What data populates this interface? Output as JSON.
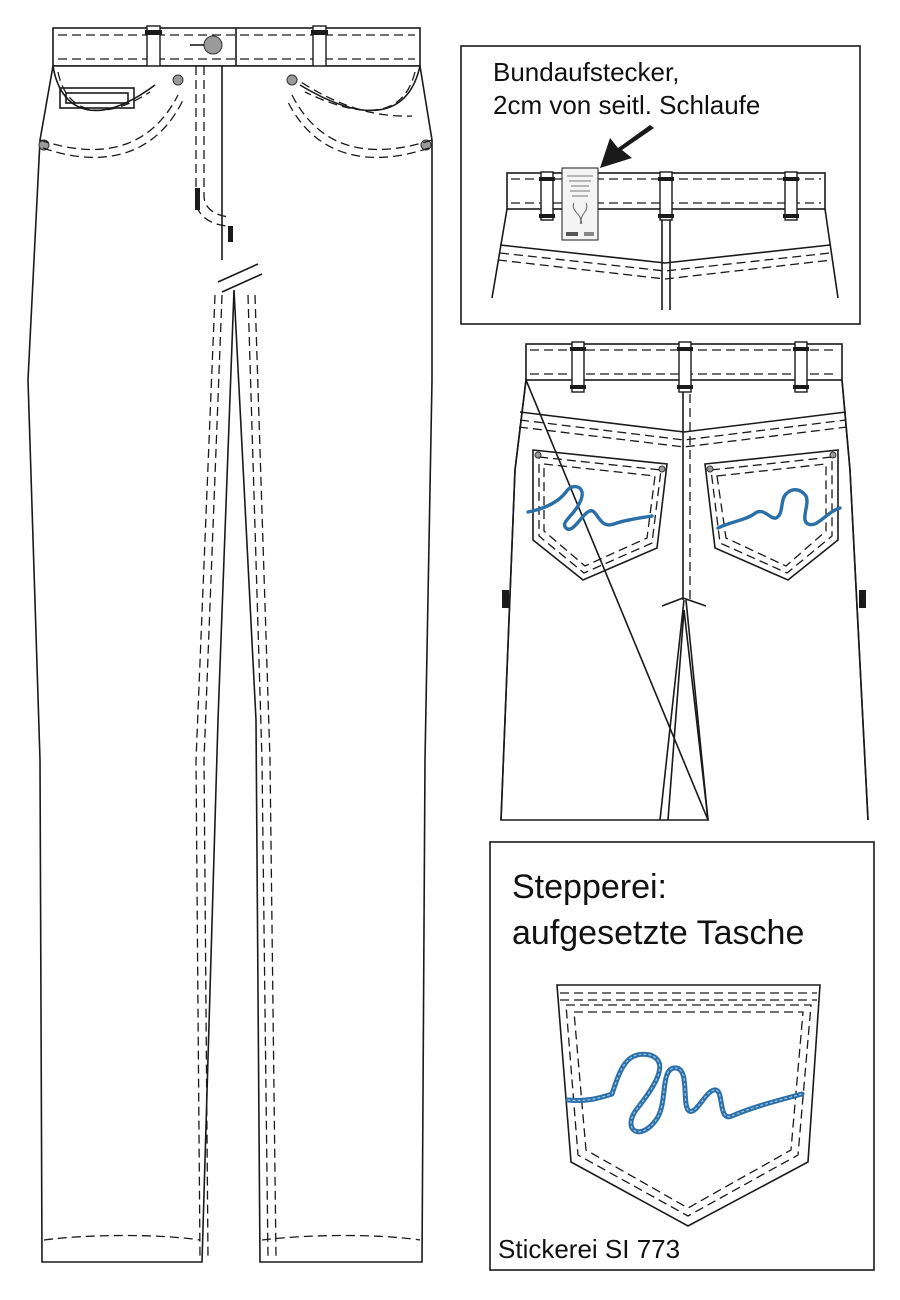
{
  "detail_panel": {
    "note_line1": "Bundaufstecker,",
    "note_line2": "2cm von seitl. Schlaufe"
  },
  "stitching_panel": {
    "title_line1": "Stepperei:",
    "title_line2": "aufgesetzte Tasche",
    "embroidery_label": "Stickerei SI 773"
  },
  "colors": {
    "line": "#1a1a1a",
    "embroidery_thread": "#2b6fa8",
    "background": "#ffffff"
  }
}
